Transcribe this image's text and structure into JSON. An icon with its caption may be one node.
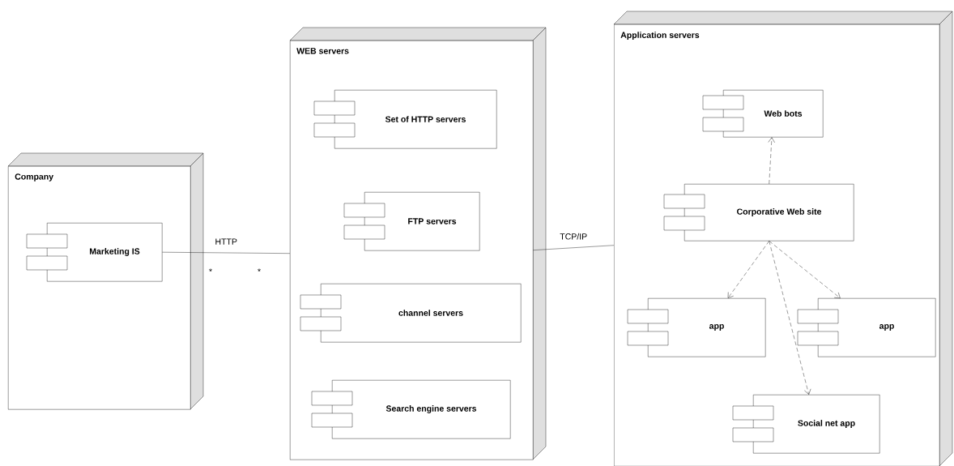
{
  "diagram": {
    "nodes": [
      {
        "text": [
          "Company"
        ]
      },
      {
        "text": [
          "Marketing IS"
        ],
        "in": 0
      },
      {
        "text": [
          "WEB servers"
        ]
      },
      {
        "text": [
          "Set of HTTP servers"
        ],
        "in": 2
      },
      {
        "text": [
          "FTP servers"
        ],
        "in": 2
      },
      {
        "text": [
          "channel servers"
        ],
        "in": 2
      },
      {
        "text": [
          "Search engine servers"
        ],
        "in": 2
      },
      {
        "text": [
          "Application servers"
        ]
      },
      {
        "text": [
          "Web bots"
        ],
        "in": 7
      },
      {
        "text": [
          "Corporative Web site"
        ],
        "in": 7
      },
      {
        "text": [
          "app"
        ],
        "in": 7
      },
      {
        "text": [
          "app"
        ],
        "in": 7
      },
      {
        "text": [
          "Social net app"
        ],
        "in": 7
      }
    ],
    "edges": [
      {
        "from": 1,
        "to": 2,
        "arrow": "none",
        "label": "HTTP"
      },
      {
        "from": 2,
        "to": 7,
        "arrow": "none",
        "label": "TCP/IP"
      },
      {
        "from": 9,
        "to": 8,
        "arrow": "to",
        "style": "dashed"
      },
      {
        "from": 9,
        "to": 10,
        "arrow": "to",
        "style": "dashed"
      },
      {
        "from": 9,
        "to": 11,
        "arrow": "to",
        "style": "dashed"
      },
      {
        "from": 9,
        "to": 12,
        "arrow": "to",
        "style": "dashed"
      }
    ],
    "labels": [
      "*",
      "*"
    ]
  }
}
